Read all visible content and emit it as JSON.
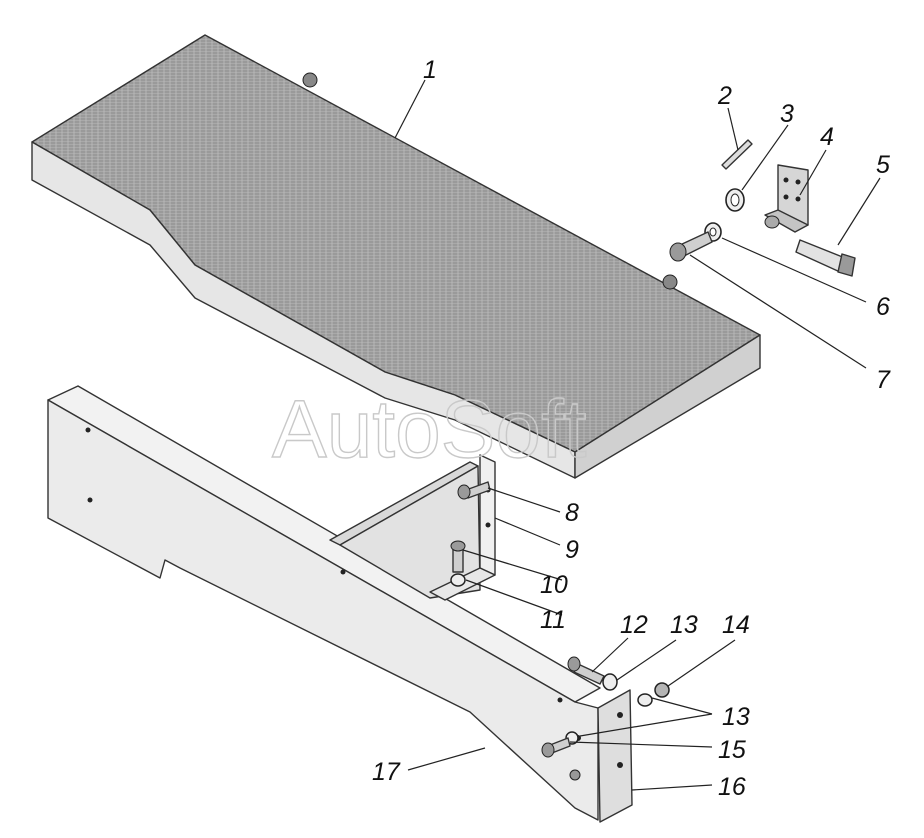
{
  "diagram": {
    "watermark": "AutoSoft",
    "parts": [
      {
        "id": "cushion",
        "label": "1"
      },
      {
        "id": "cotter-pin",
        "label": "2"
      },
      {
        "id": "washer-3",
        "label": "3"
      },
      {
        "id": "hinge-bracket",
        "label": "4"
      },
      {
        "id": "pin",
        "label": "5"
      },
      {
        "id": "washer-6",
        "label": "6"
      },
      {
        "id": "bolt-7",
        "label": "7"
      },
      {
        "id": "bolt-8",
        "label": "8"
      },
      {
        "id": "bracket-9",
        "label": "9"
      },
      {
        "id": "bolt-10",
        "label": "10"
      },
      {
        "id": "washer-11",
        "label": "11"
      },
      {
        "id": "bolt-12",
        "label": "12"
      },
      {
        "id": "washer-13-upper",
        "label": "13"
      },
      {
        "id": "nut-14",
        "label": "14"
      },
      {
        "id": "washers-13-lower",
        "label": "13"
      },
      {
        "id": "bolt-15",
        "label": "15"
      },
      {
        "id": "end-plate",
        "label": "16"
      },
      {
        "id": "base-panel",
        "label": "17"
      }
    ]
  }
}
